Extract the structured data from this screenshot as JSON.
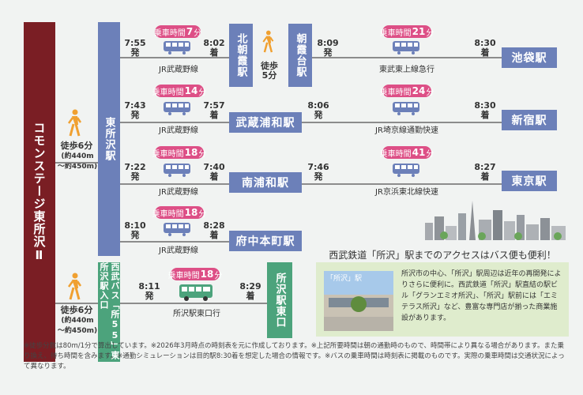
{
  "start_label": "コモンステージ東所沢Ⅱ",
  "tokorozawa_station": "東所沢駅",
  "walk1": {
    "label": "徒歩6分",
    "dist": "(約440m\n〜約450m)"
  },
  "walk2": {
    "label": "徒歩6分",
    "dist": "(約440m\n〜約450m)"
  },
  "routes": [
    {
      "dep": "7:55",
      "dep_sfx": "発",
      "ride": "7",
      "line": "JR武蔵野線",
      "arr": "8:02",
      "arr_sfx": "着",
      "via": "北朝霞駅"
    },
    {
      "dep": "7:43",
      "dep_sfx": "発",
      "ride": "14",
      "line": "JR武蔵野線",
      "arr": "7:57",
      "arr_sfx": "着",
      "via": "武蔵浦和駅"
    },
    {
      "dep": "7:22",
      "dep_sfx": "発",
      "ride": "18",
      "line": "JR武蔵野線",
      "arr": "7:40",
      "arr_sfx": "着",
      "via": "南浦和駅"
    },
    {
      "dep": "8:10",
      "dep_sfx": "発",
      "ride": "18",
      "line": "JR武蔵野線",
      "arr": "8:28",
      "arr_sfx": "着",
      "via": "府中本町駅"
    }
  ],
  "transfer": {
    "walk": "徒歩\n5分",
    "station": "朝霞台駅"
  },
  "legs2": [
    {
      "dep": "8:09",
      "dep_sfx": "発",
      "ride": "21",
      "line": "東武東上線急行",
      "arr": "8:30",
      "arr_sfx": "着",
      "dest": "池袋駅"
    },
    {
      "dep": "8:06",
      "dep_sfx": "発",
      "ride": "24",
      "line": "JR埼京線通勤快速",
      "arr": "8:30",
      "arr_sfx": "着",
      "dest": "新宿駅"
    },
    {
      "dep": "7:46",
      "dep_sfx": "発",
      "ride": "41",
      "line": "JR京浜東北線快速",
      "arr": "8:27",
      "arr_sfx": "着",
      "dest": "東京駅"
    }
  ],
  "ride_prefix": "乗車時間",
  "ride_suffix": "分",
  "bus": {
    "stop": "西武バス「所55」東所沢駅入口",
    "dep": "8:11",
    "dep_sfx": "発",
    "ride": "18",
    "line": "所沢駅東口行",
    "arr": "8:29",
    "arr_sfx": "着",
    "dest": "所沢駅東口"
  },
  "info": {
    "title": "西武鉄道「所沢」駅までのアクセスはバス便も便利！",
    "photo_caption": "「所沢」駅",
    "text": "所沢市の中心、「所沢」駅周辺は近年の再開発によりさらに便利に。西武鉄道「所沢」駅直結の駅ビル「グランエミオ所沢」、「所沢」駅前には「エミテラス所沢」など、豊富な専門店が揃った商業施設があります。"
  },
  "footnote": "※徒歩分数は80m/1分で算出しています。※2026年3月時点の時刻表を元に作成しております。※上記所要時間は朝の通勤時のもので、時間帯により異なる場合があります。また乗り換え、待ち時間を含みます。※通勤シミュレーションは目的駅8:30着を想定した場合の情報です。※バスの乗車時間は時刻表に掲載のものです。実際の乗車時間は交通状況によって異なります。",
  "colors": {
    "start": "#7a1e24",
    "station": "#6c80b9",
    "green": "#4ca37c",
    "pill": "#dd4f86",
    "info_bg": "#dfeccd"
  }
}
